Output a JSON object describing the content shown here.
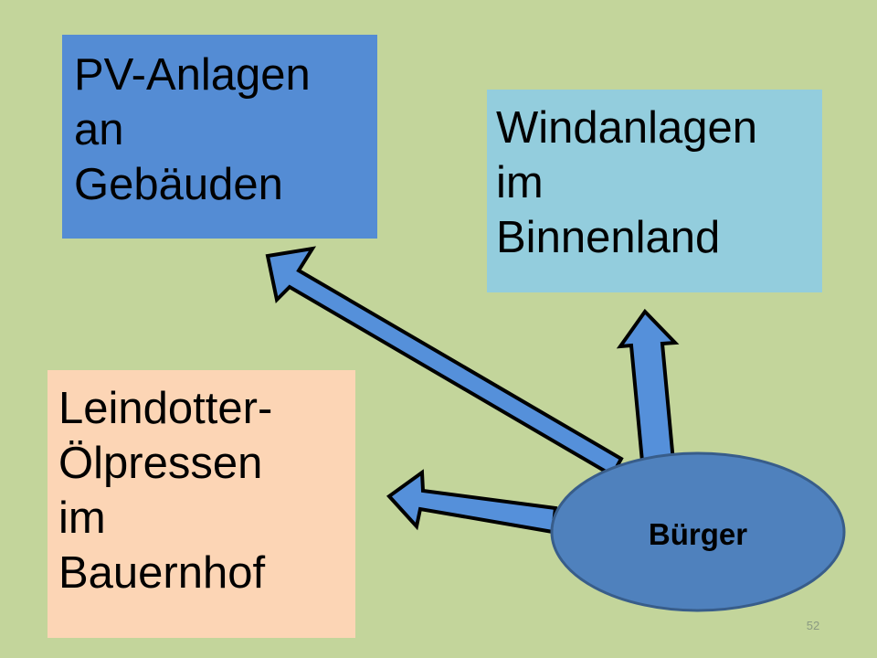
{
  "colors": {
    "background": "#c3d59b",
    "pv_box": "#548cd4",
    "wind_box": "#93cddd",
    "leindotter_box": "#fcd5b5",
    "arrow_fill": "#5590da",
    "arrow_stroke": "#000000",
    "center_fill": "#4f81bd",
    "center_stroke": "#385d8a"
  },
  "boxes": {
    "pv": {
      "text": "PV-Anlagen\nan\nGebäuden"
    },
    "wind": {
      "text": "Windanlagen\nim\nBinnenland"
    },
    "leindotter": {
      "text": "Leindotter-\nÖlpressen\nim\nBauernhof"
    }
  },
  "center": {
    "label": "Bürger"
  },
  "arrows": [
    {
      "from": "center",
      "to": "pv"
    },
    {
      "from": "center",
      "to": "wind"
    },
    {
      "from": "center",
      "to": "leindotter"
    }
  ],
  "slide": {
    "page_number": "52"
  }
}
